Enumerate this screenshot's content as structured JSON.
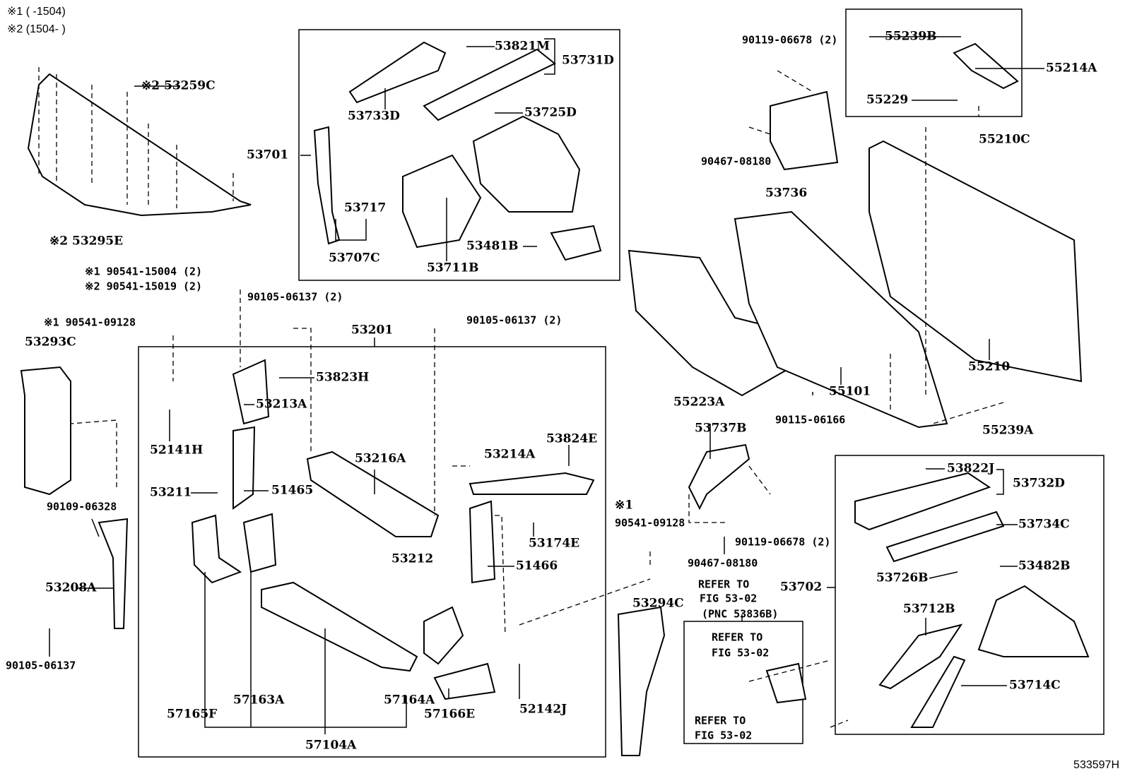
{
  "notes": [
    {
      "id": "n1",
      "text": "※1 (      -1504)"
    },
    {
      "id": "n2",
      "text": "※2 (1504-      )"
    }
  ],
  "figure_number": "533597H",
  "labels": [
    "※2 53259C",
    "※2 53295E",
    "53733D",
    "53821M",
    "53731D",
    "53725D",
    "53701",
    "53717",
    "53707C",
    "53711B",
    "53481B",
    "※1 90541-15004 (2)",
    "※2 90541-15019 (2)",
    "90105-06137 (2)",
    "90105-06137 (2)",
    "※1 90541-09128",
    "53293C",
    "53201",
    "53823H",
    "53213A",
    "52141H",
    "53216A",
    "53214A",
    "53824E",
    "53211",
    "51465",
    "90109-06328",
    "53174E",
    "53212",
    "51466",
    "53208A",
    "90105-06137",
    "57163A",
    "57164A",
    "57165F",
    "57166E",
    "52142J",
    "57104A",
    "90119-06678 (2)",
    "90467-08180",
    "53736",
    "55239B",
    "55214A",
    "55229",
    "55210C",
    "55223A",
    "55101",
    "55210",
    "90115-06166",
    "55239A",
    "53737B",
    "※1",
    "90541-09128",
    "90119-06678 (2)",
    "90467-08180",
    "53822J",
    "53732D",
    "53734C",
    "53702",
    "53726B",
    "53482B",
    "53712B",
    "53714C",
    "53294C"
  ],
  "refer_notes": [
    "REFER TO",
    "FIG 53-02",
    "(PNC 53836B)",
    "REFER TO",
    "FIG 53-02",
    "REFER TO",
    "FIG 53-02"
  ]
}
